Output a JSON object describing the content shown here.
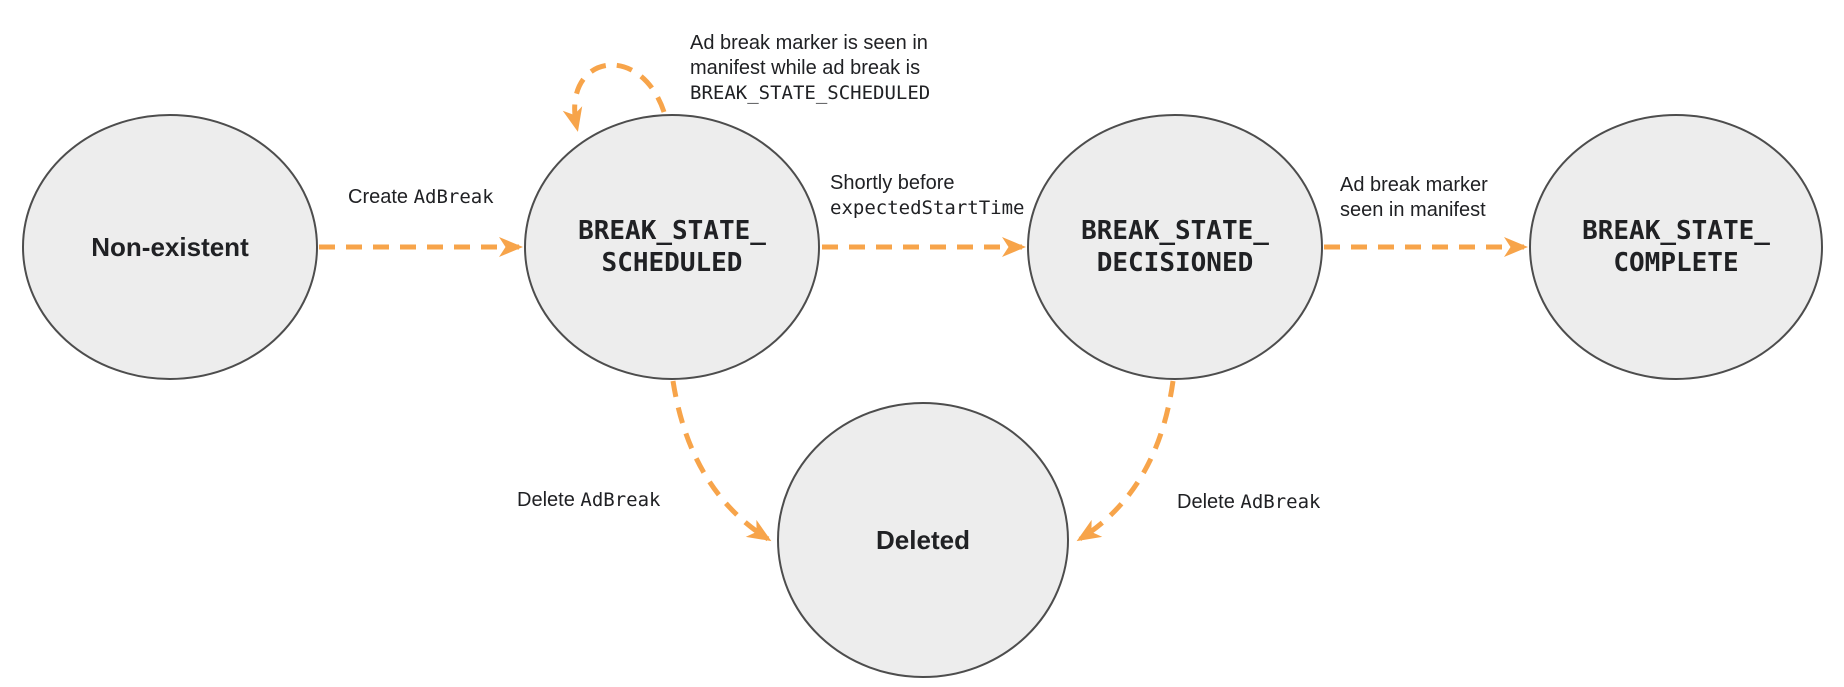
{
  "colors": {
    "accent": "#F7A44A",
    "node_fill": "#EDEDED",
    "node_border": "#4D4D4D",
    "text": "#202124"
  },
  "states": {
    "non_existent": {
      "label": "Non-existent"
    },
    "scheduled": {
      "line1": "BREAK_STATE_",
      "line2": "SCHEDULED"
    },
    "decisioned": {
      "line1": "BREAK_STATE_",
      "line2": "DECISIONED"
    },
    "complete": {
      "line1": "BREAK_STATE_",
      "line2": "COMPLETE"
    },
    "deleted": {
      "label": "Deleted"
    }
  },
  "transitions": {
    "create": {
      "plain": "Create ",
      "code": "AdBreak"
    },
    "self_loop": {
      "line1": "Ad break marker is seen in",
      "line2": "manifest while ad break is",
      "line3": "BREAK_STATE_SCHEDULED"
    },
    "shortly": {
      "line1": "Shortly before",
      "line2": "expectedStartTime"
    },
    "marker_seen": {
      "line1": "Ad break marker",
      "line2": "seen in manifest"
    },
    "delete_left": {
      "plain": "Delete ",
      "code": "AdBreak"
    },
    "delete_right": {
      "plain": "Delete ",
      "code": "AdBreak"
    }
  }
}
